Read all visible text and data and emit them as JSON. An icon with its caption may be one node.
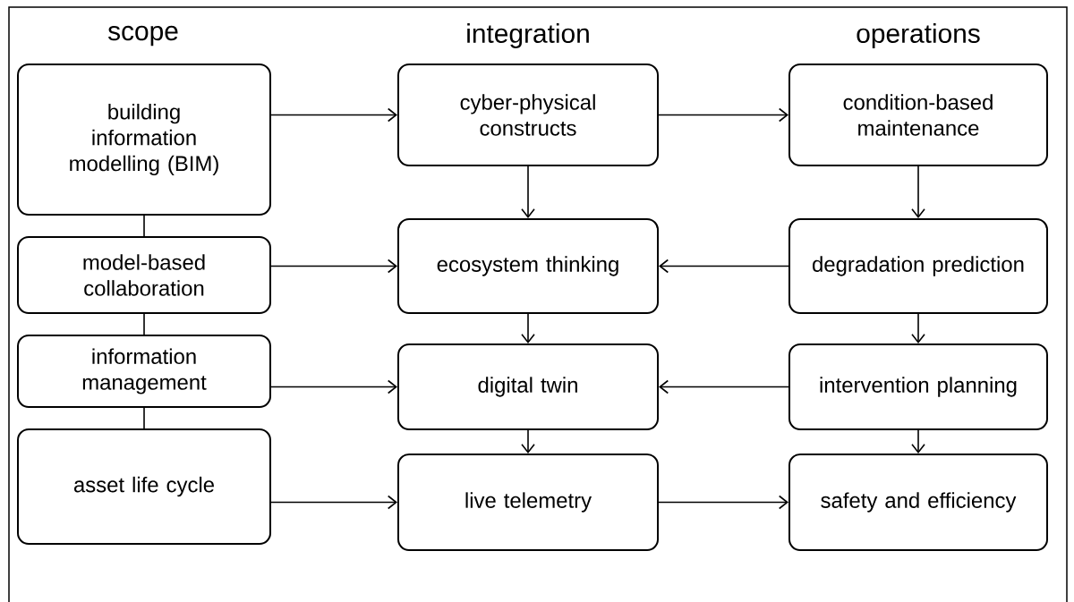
{
  "diagram": {
    "nodes": [
      {
        "text": [
          "building information modelling (BIM)"
        ]
      },
      {
        "text": [
          "model-based collaboration"
        ]
      },
      {
        "text": [
          "information management"
        ]
      },
      {
        "text": [
          "asset life cycle"
        ]
      },
      {
        "text": [
          "cyber-physical constructs"
        ]
      },
      {
        "text": [
          "ecosystem thinking"
        ]
      },
      {
        "text": [
          "digital twin"
        ]
      },
      {
        "text": [
          "live telemetry"
        ]
      },
      {
        "text": [
          "condition-based maintenance"
        ]
      },
      {
        "text": [
          "degradation prediction"
        ]
      },
      {
        "text": [
          "intervention planning"
        ]
      },
      {
        "text": [
          "safety and efficiency"
        ]
      }
    ],
    "edges": [
      {
        "from": 0,
        "to": 1,
        "arrow": "none"
      },
      {
        "from": 1,
        "to": 2,
        "arrow": "none"
      },
      {
        "from": 2,
        "to": 3,
        "arrow": "none"
      },
      {
        "from": 0,
        "to": 4,
        "arrow": "to"
      },
      {
        "from": 1,
        "to": 5,
        "arrow": "to"
      },
      {
        "from": 2,
        "to": 6,
        "arrow": "to"
      },
      {
        "from": 3,
        "to": 7,
        "arrow": "to"
      },
      {
        "from": 4,
        "to": 5,
        "arrow": "to"
      },
      {
        "from": 5,
        "to": 6,
        "arrow": "to"
      },
      {
        "from": 6,
        "to": 7,
        "arrow": "to"
      },
      {
        "from": 4,
        "to": 8,
        "arrow": "to"
      },
      {
        "from": 8,
        "to": 9,
        "arrow": "to"
      },
      {
        "from": 9,
        "to": 5,
        "arrow": "to"
      },
      {
        "from": 9,
        "to": 10,
        "arrow": "to"
      },
      {
        "from": 10,
        "to": 6,
        "arrow": "to"
      },
      {
        "from": 10,
        "to": 11,
        "arrow": "to"
      },
      {
        "from": 7,
        "to": 11,
        "arrow": "to"
      }
    ],
    "labels": [
      "scope",
      "integration",
      "operations"
    ]
  }
}
